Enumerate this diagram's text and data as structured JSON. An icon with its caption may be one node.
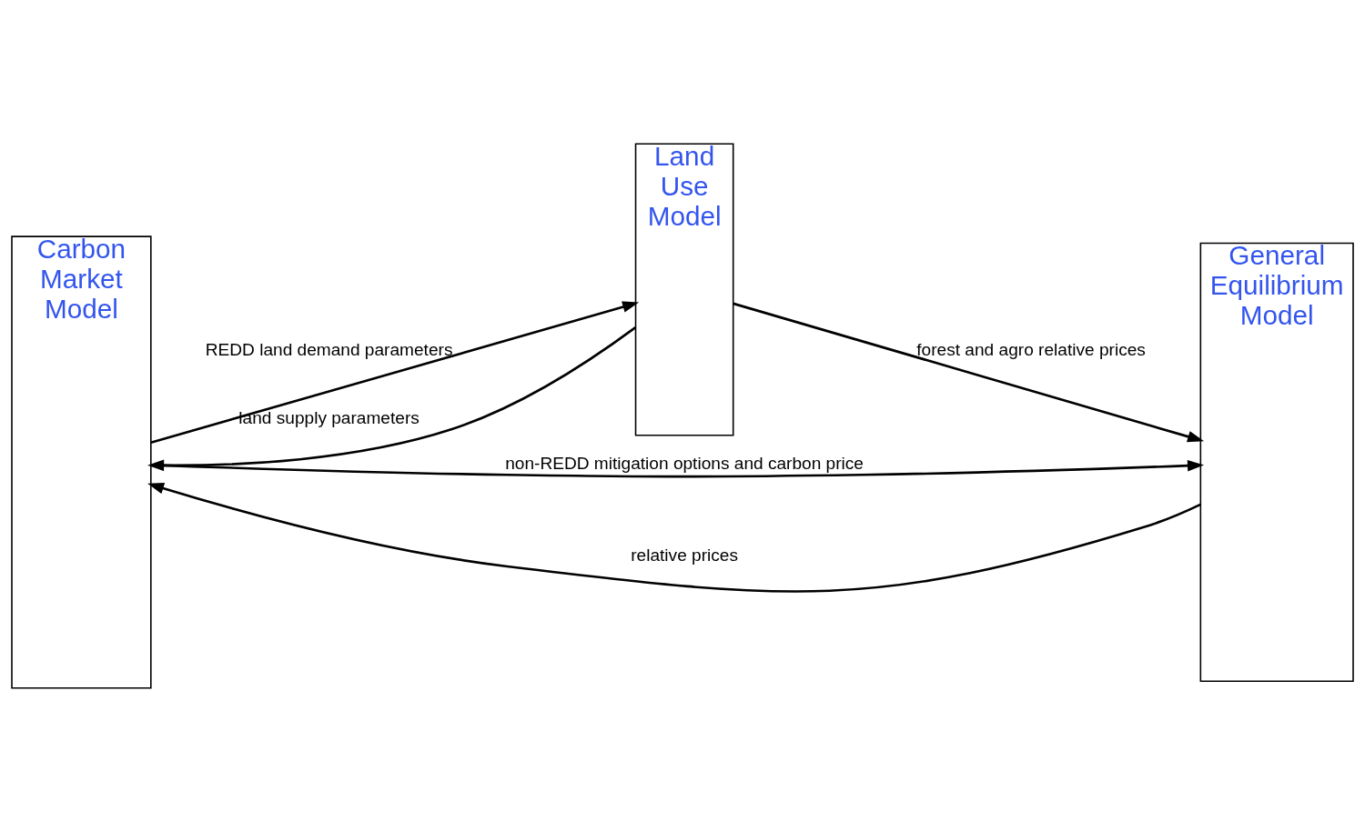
{
  "diagram": {
    "nodes": [
      {
        "text": [
          "Carbon Market Model"
        ]
      },
      {
        "text": [
          "Land Use Model"
        ]
      },
      {
        "text": [
          "General Equilibrium Model"
        ]
      }
    ],
    "edges": [
      {
        "from": 1,
        "to": 0,
        "arrow": "to",
        "label": "land supply parameters"
      },
      {
        "from": 0,
        "to": 1,
        "arrow": "to",
        "label": "REDD land demand parameters"
      },
      {
        "from": 1,
        "to": 2,
        "arrow": "to",
        "label": "forest and agro relative prices"
      },
      {
        "from": 2,
        "to": 0,
        "arrow": "to",
        "label": "relative prices"
      },
      {
        "from": 0,
        "to": 2,
        "arrow": "to",
        "label": "non-REDD mitigation options and carbon price"
      }
    ]
  }
}
